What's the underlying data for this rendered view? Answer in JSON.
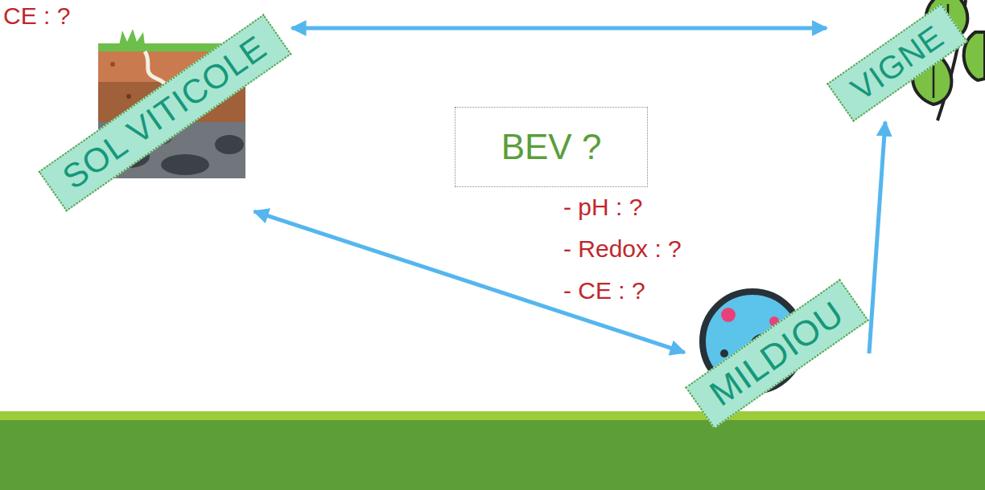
{
  "diagram": {
    "nodes": [
      {
        "text": [
          "SOL VITICOLE"
        ]
      },
      {
        "text": [
          "VIGNE"
        ]
      },
      {
        "text": [
          "BEV ?"
        ]
      },
      {
        "text": [
          "MILDIOU"
        ]
      }
    ],
    "edges": [
      {
        "from": 0,
        "to": 1,
        "arrow": "both"
      },
      {
        "from": 0,
        "to": 3,
        "arrow": "both"
      },
      {
        "from": 3,
        "to": 1,
        "arrow": "to"
      }
    ],
    "labels": [
      "CE : ?",
      "- pH : ?",
      "- Redox : ?",
      "- CE : ?"
    ]
  }
}
